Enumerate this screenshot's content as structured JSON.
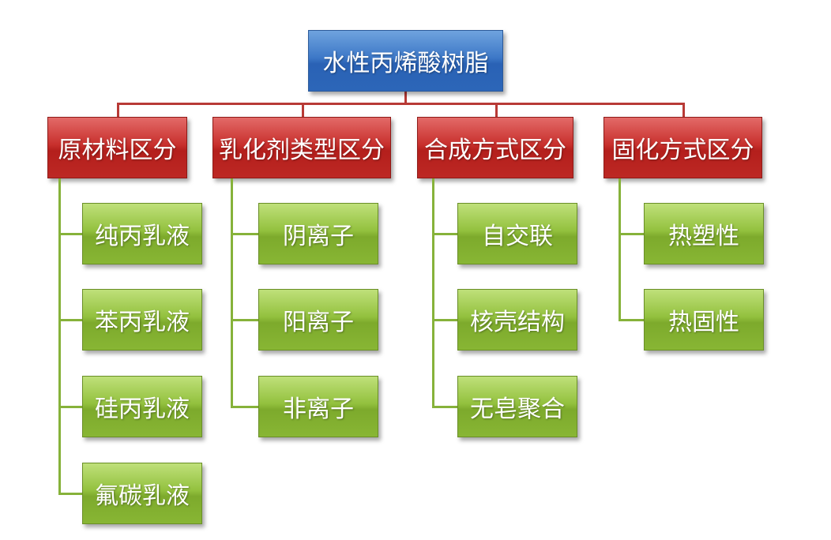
{
  "root": {
    "label": "水性丙烯酸树脂"
  },
  "categories": [
    {
      "label": "原材料区分",
      "items": [
        "纯丙乳液",
        "苯丙乳液",
        "硅丙乳液",
        "氟碳乳液"
      ]
    },
    {
      "label": "乳化剂类型区分",
      "items": [
        "阴离子",
        "阳离子",
        "非离子"
      ]
    },
    {
      "label": "合成方式区分",
      "items": [
        "自交联",
        "核壳结构",
        "无皂聚合"
      ]
    },
    {
      "label": "固化方式区分",
      "items": [
        "热塑性",
        "热固性"
      ]
    }
  ],
  "colors": {
    "root": "#3d78c7",
    "category": "#c8302d",
    "item": "#93c13e",
    "red_connector": "#b83a36",
    "green_connector": "#86b23a"
  }
}
